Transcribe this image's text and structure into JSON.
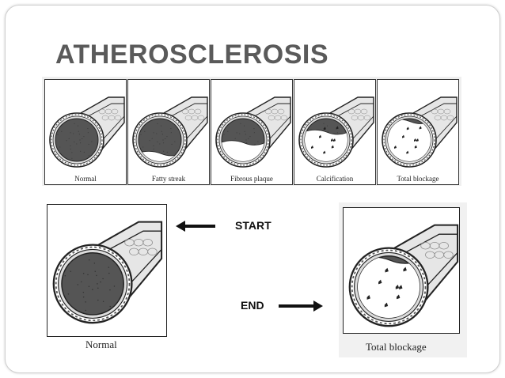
{
  "slide": {
    "title": "ATHEROSCLEROSIS"
  },
  "stages": [
    {
      "label": "Normal",
      "plaque": 0.0
    },
    {
      "label": "Fatty streak",
      "plaque": 0.25
    },
    {
      "label": "Fibrous plaque",
      "plaque": 0.5
    },
    {
      "label": "Calcification",
      "plaque": 0.75
    },
    {
      "label": "Total blockage",
      "plaque": 1.0
    }
  ],
  "detail": {
    "start": {
      "label": "Normal",
      "arrow_text": "START"
    },
    "end": {
      "label": "Total blockage",
      "arrow_text": "END"
    }
  },
  "colors": {
    "title": "#5a5a5a",
    "lumen": "#555555",
    "plaque": "#ffffff",
    "outline": "#222222"
  }
}
